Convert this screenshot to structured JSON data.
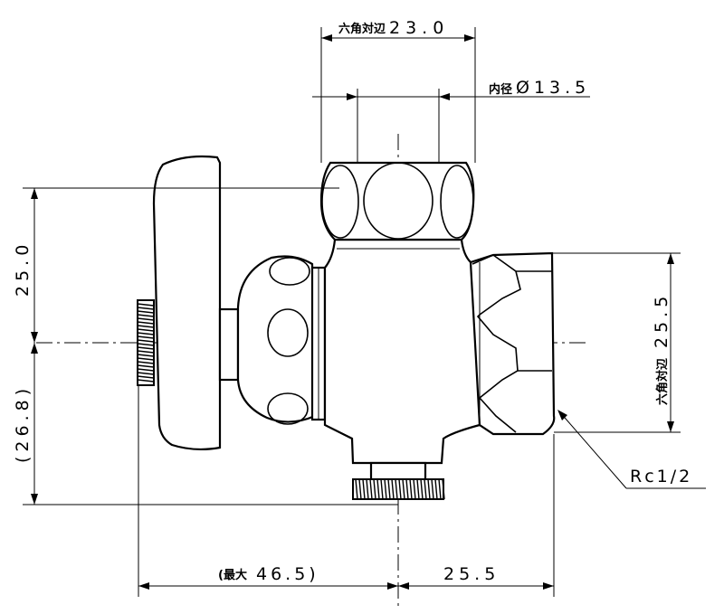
{
  "dimensions": {
    "hex_top_prefix": "六角対辺",
    "hex_top_value": "23.0",
    "inner_prefix": "内径",
    "inner_value": "Ø13.5",
    "height_upper": "25.0",
    "height_lower": "(26.8)",
    "hex_right_prefix": "六角対辺",
    "hex_right_value": "25.5",
    "thread": "Rc1/2",
    "max_prefix": "(最大",
    "max_value": "46.5)",
    "bottom_right": "25.5"
  }
}
